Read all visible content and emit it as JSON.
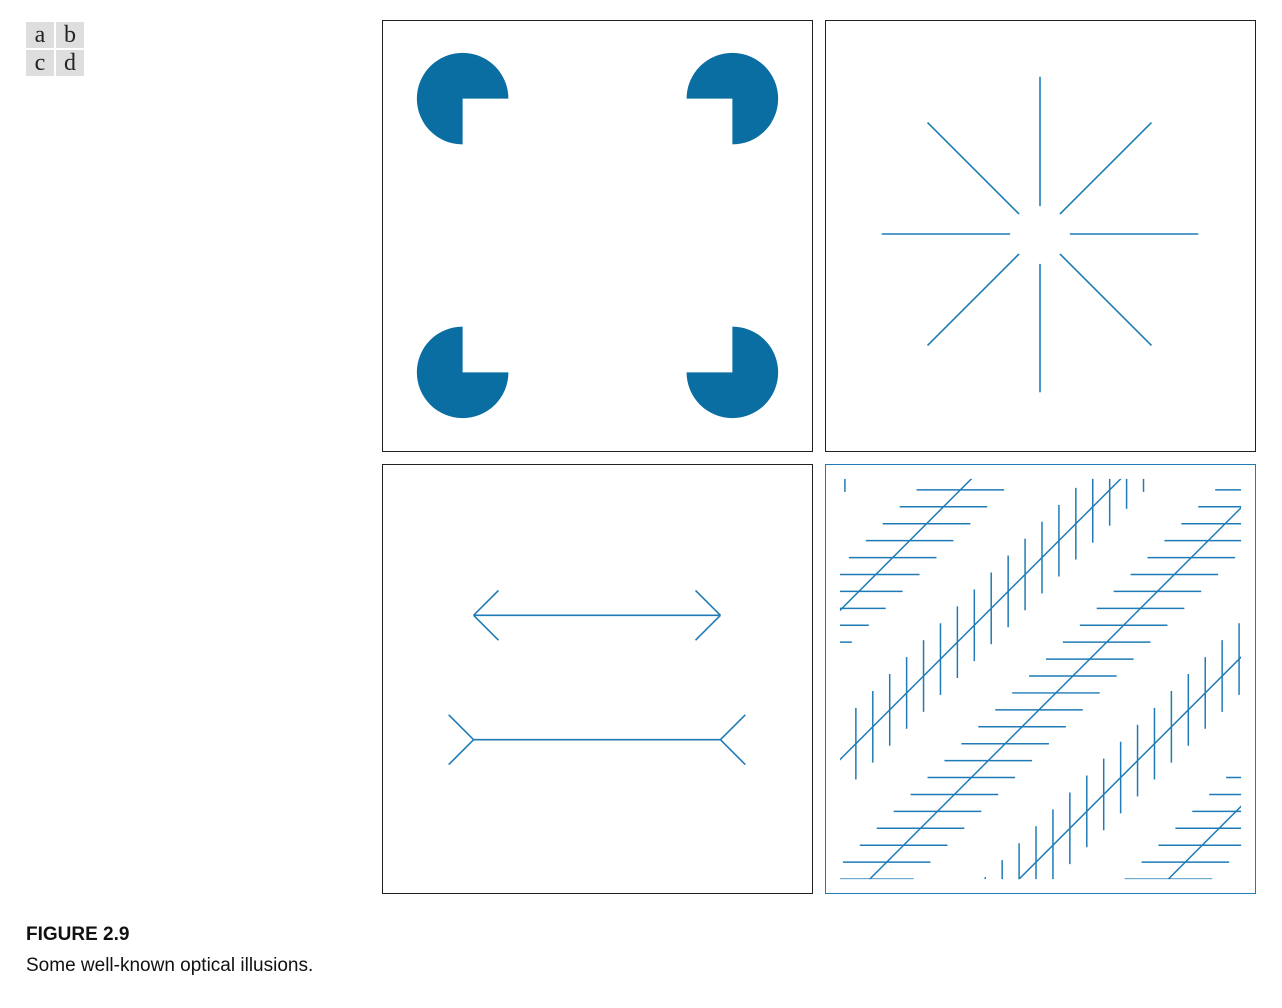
{
  "panel_labels": [
    "a",
    "b",
    "c",
    "d"
  ],
  "figure": {
    "title": "FIGURE 2.9",
    "caption": "Some well-known optical illusions."
  },
  "colors": {
    "illusion_blue": "#0a6ea3",
    "line_blue": "#1f7bb6",
    "frame": "#231f20"
  }
}
